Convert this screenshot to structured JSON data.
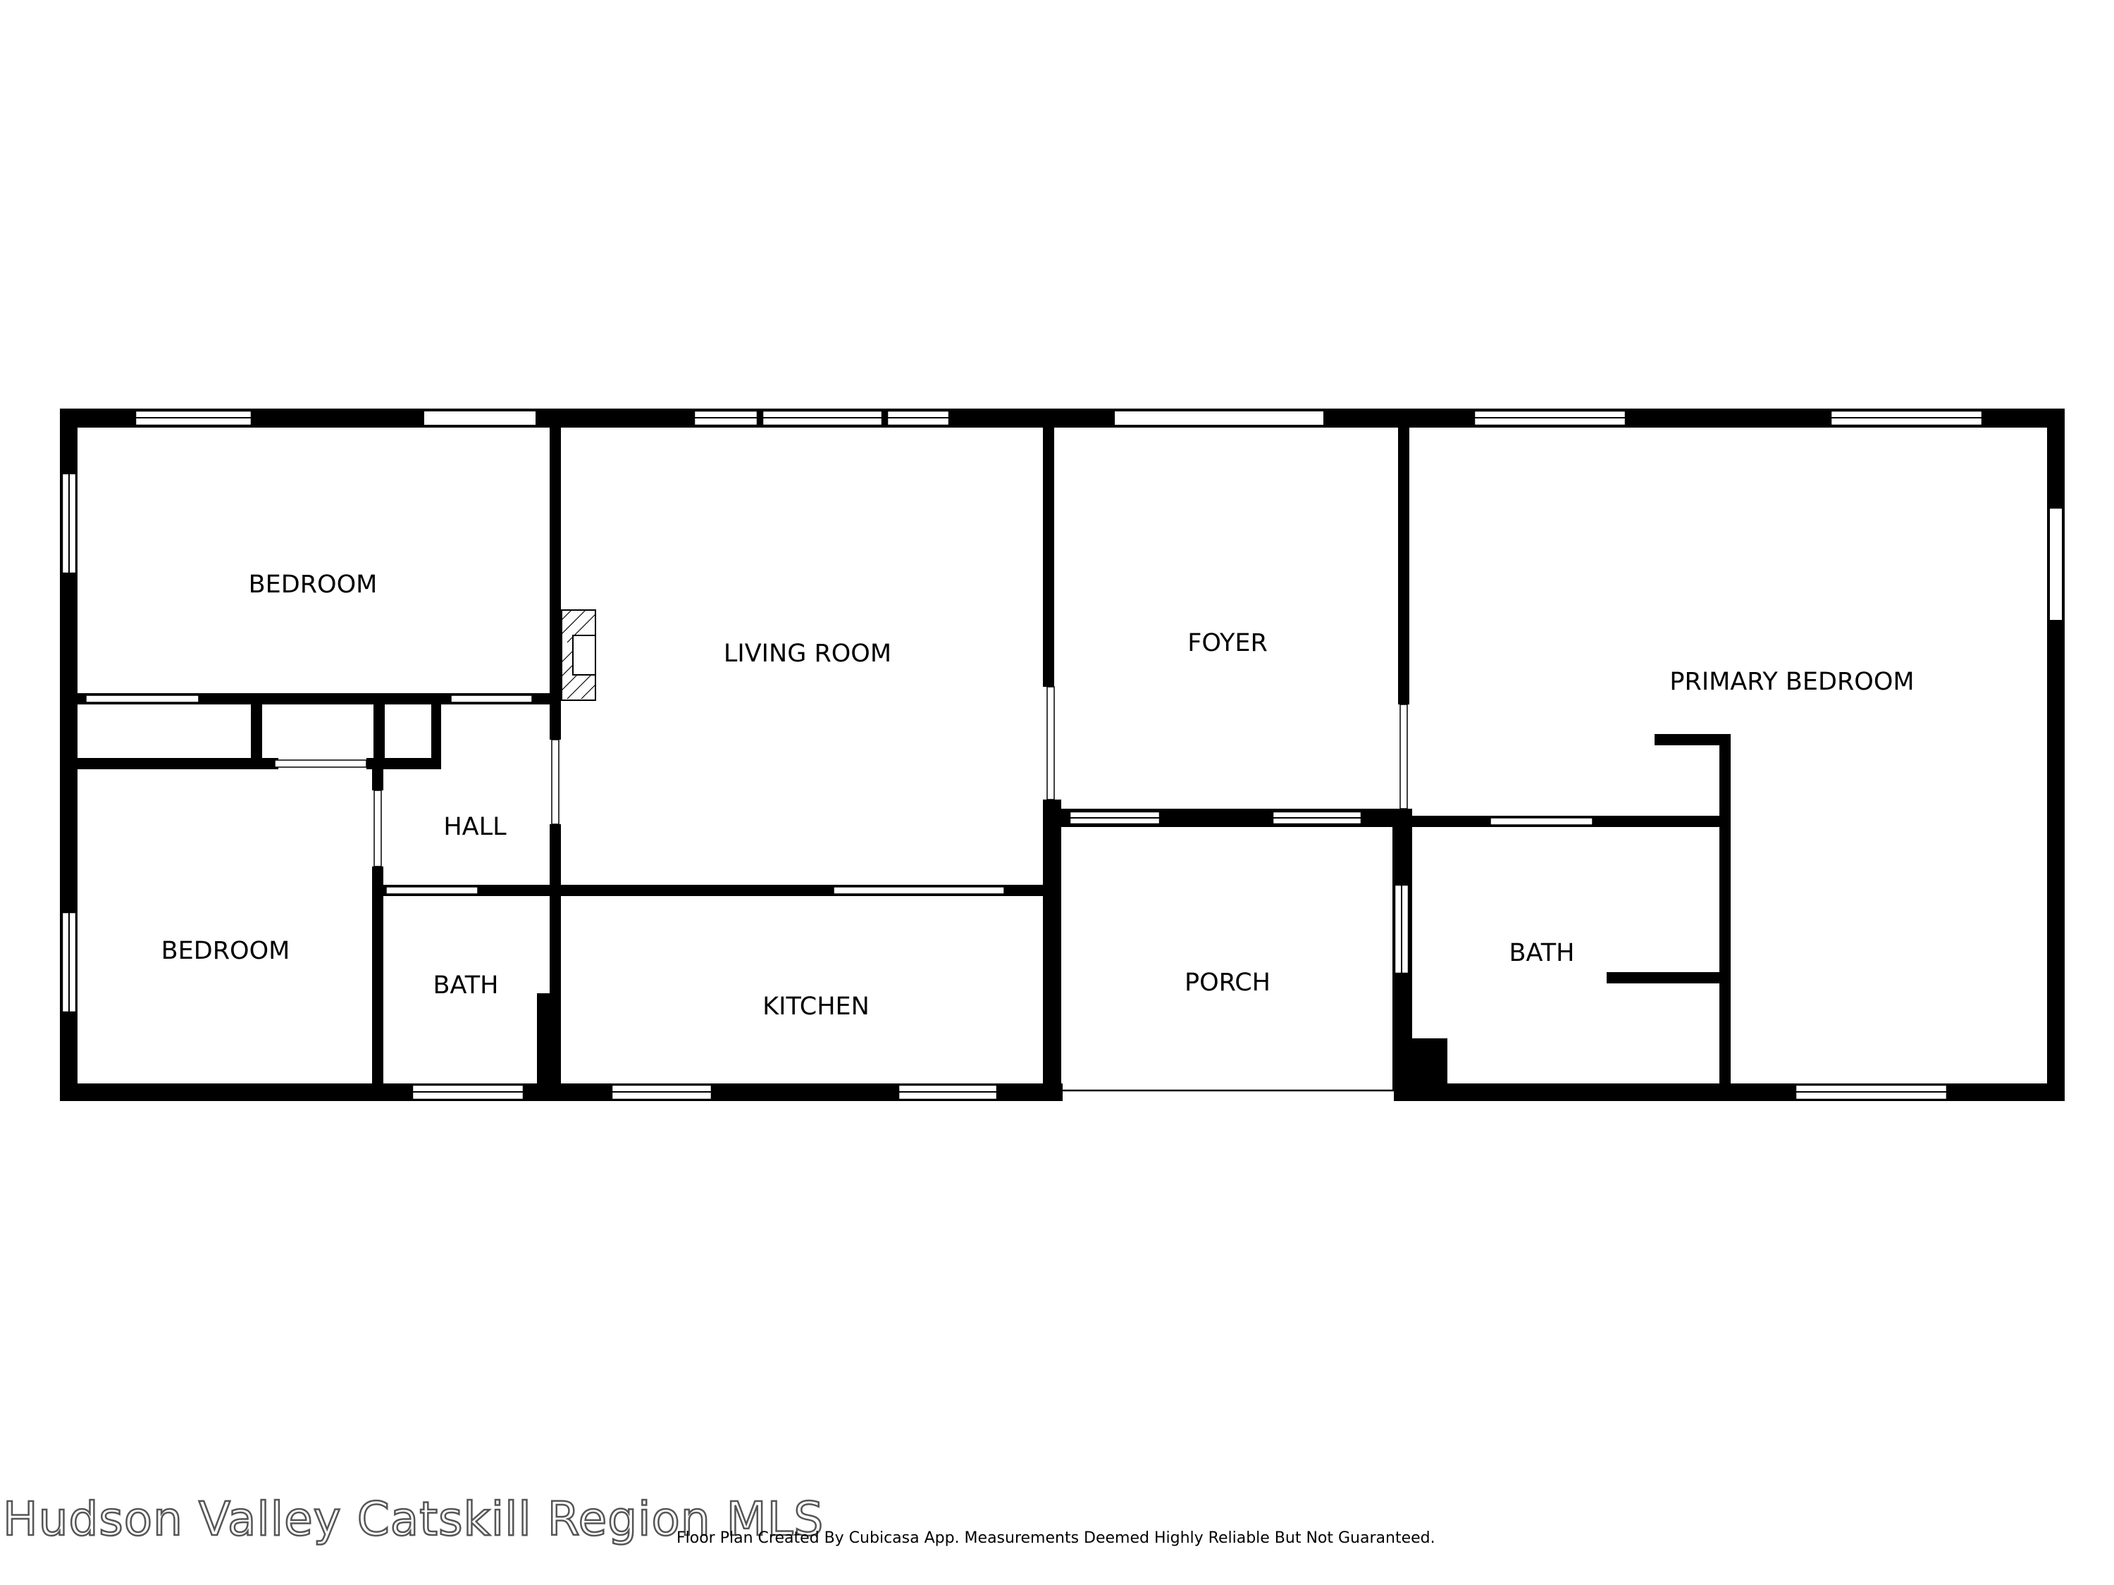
{
  "rooms": {
    "bedroom_top": "BEDROOM",
    "bedroom_bottom": "BEDROOM",
    "living_room": "LIVING ROOM",
    "foyer": "FOYER",
    "primary_bedroom": "PRIMARY BEDROOM",
    "hall": "HALL",
    "bath_small": "BATH",
    "kitchen": "KITCHEN",
    "porch": "PORCH",
    "bath_primary": "BATH"
  },
  "footer": {
    "credit": "Floor Plan Created By Cubicasa App. Measurements Deemed Highly Reliable But Not Guaranteed.",
    "watermark": "Hudson Valley Catskill Region MLS"
  }
}
